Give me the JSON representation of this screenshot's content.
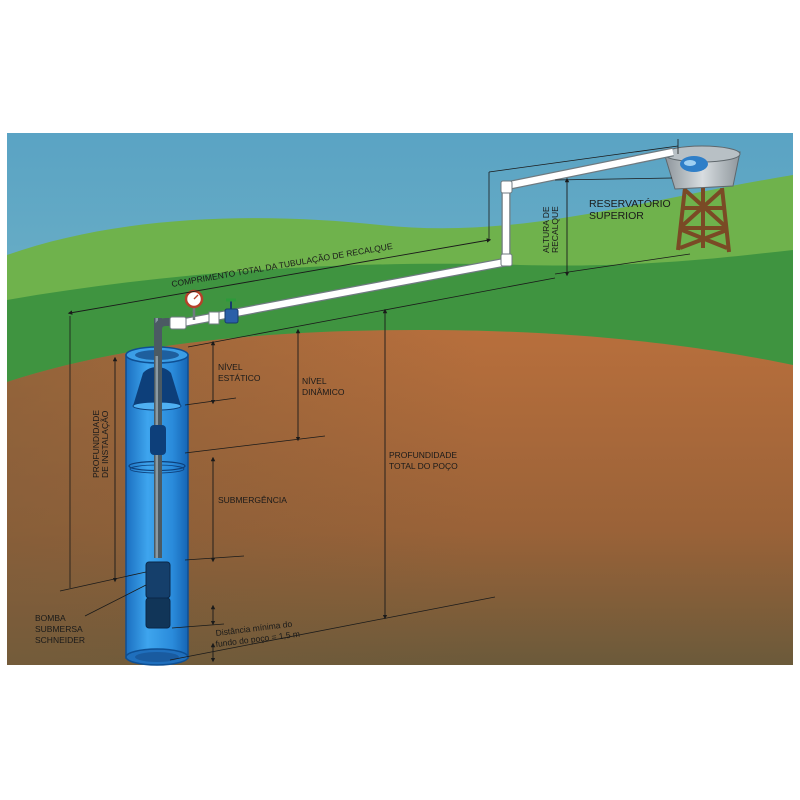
{
  "labels": {
    "comprimento": "COMPRIMENTO TOTAL DA TUBULAÇÃO DE RECALQUE",
    "reservatorio_1": "RESERVATÓRIO",
    "reservatorio_2": "SUPERIOR",
    "altura_1": "ALTURA DE",
    "altura_2": "RECALQUE",
    "nivel_estatico_1": "NÍVEL",
    "nivel_estatico_2": "ESTÁTICO",
    "nivel_dinamico_1": "NÍVEL",
    "nivel_dinamico_2": "DINÂMICO",
    "profundidade_inst_1": "PROFUNDIDADE",
    "profundidade_inst_2": "DE INSTALAÇÃO",
    "profundidade_total_1": "PROFUNDIDADE",
    "profundidade_total_2": "TOTAL DO POÇO",
    "submergencia": "SUBMERGÊNCIA",
    "bomba_1": "BOMBA",
    "bomba_2": "SUBMERSA",
    "bomba_3": "SCHNEIDER",
    "distancia_1": "Distância mínima do",
    "distancia_2": "fundo do poço = 1,5 m"
  },
  "colors": {
    "sky": "#4f9fbf",
    "hill_far": "#69b04a",
    "hill_near": "#3d8f3a",
    "soil": "#a8683a",
    "well": "#2f8fd6",
    "water": "#1d6fb8"
  }
}
